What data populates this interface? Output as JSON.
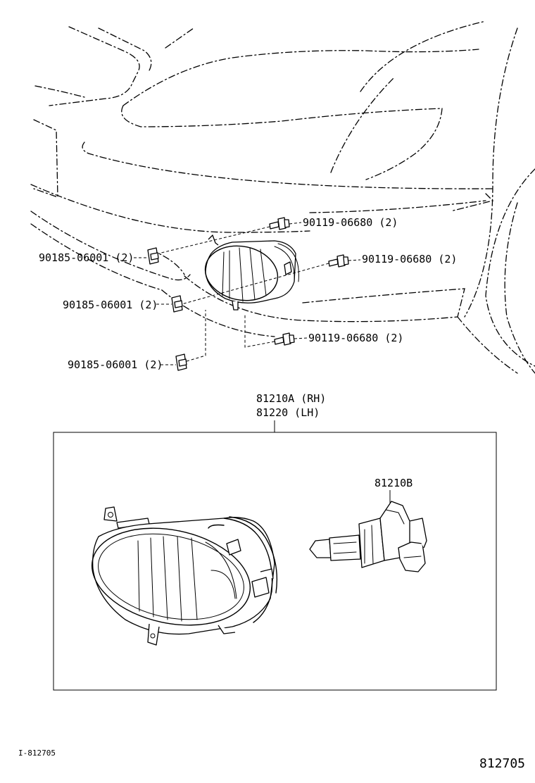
{
  "callouts": {
    "bolt_upper": "90119-06680 (2)",
    "bolt_middle": "90119-06680 (2)",
    "bolt_lower": "90119-06680 (2)",
    "nut_upper": "90185-06001 (2)",
    "nut_middle": "90185-06001 (2)",
    "nut_lower": "90185-06001 (2)"
  },
  "assembly": {
    "part_rh": "81210A (RH)",
    "part_lh": "81220  (LH)",
    "bulb": "81210B"
  },
  "footer": {
    "ref_left": "I-812705",
    "ref_right": "812705"
  }
}
